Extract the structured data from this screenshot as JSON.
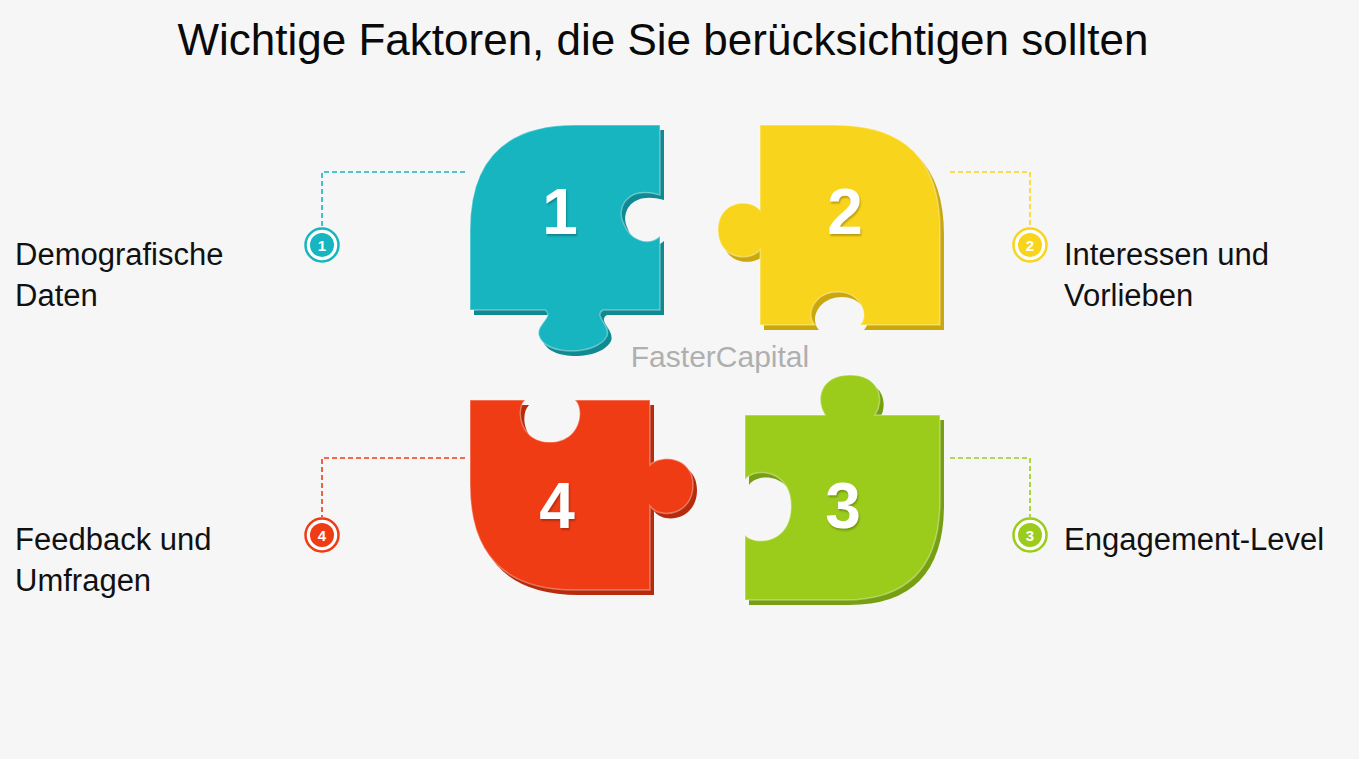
{
  "diagram": {
    "title": "Wichtige Faktoren, die Sie berücksichtigen sollten",
    "nodes": [
      {
        "text": [
          "1"
        ]
      },
      {
        "text": [
          "1"
        ]
      },
      {
        "text": [
          "2"
        ]
      },
      {
        "text": [
          "2"
        ]
      },
      {
        "text": [
          "4"
        ]
      },
      {
        "text": [
          "4"
        ]
      },
      {
        "text": [
          "3"
        ]
      },
      {
        "text": [
          "3"
        ]
      }
    ],
    "edges": [
      {
        "from": 1,
        "to": 0,
        "arrow": "none"
      },
      {
        "from": 2,
        "to": 3,
        "arrow": "none"
      },
      {
        "from": 5,
        "to": 4,
        "arrow": "none"
      },
      {
        "from": 6,
        "to": 7,
        "arrow": "none"
      }
    ],
    "labels": [
      "Demografische Daten",
      "Interessen und Vorlieben",
      "Feedback und Umfragen",
      "Engagement-Level",
      "FasterCapital"
    ]
  }
}
